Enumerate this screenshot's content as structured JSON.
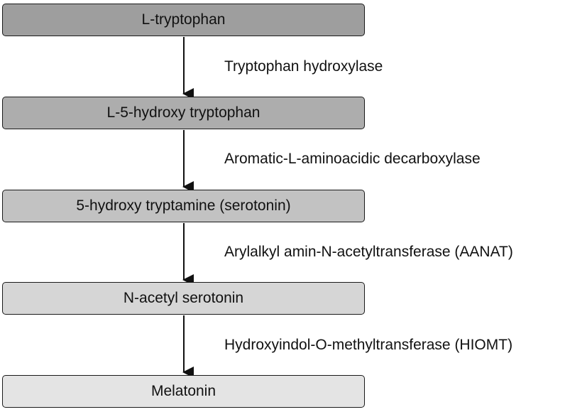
{
  "pathway": {
    "compounds": [
      {
        "label": "L-tryptophan",
        "fill": "#9e9e9e"
      },
      {
        "label": "L-5-hydroxy tryptophan",
        "fill": "#adadad"
      },
      {
        "label": "5-hydroxy tryptamine (serotonin)",
        "fill": "#c2c2c2"
      },
      {
        "label": "N-acetyl serotonin",
        "fill": "#d6d6d6"
      },
      {
        "label": "Melatonin",
        "fill": "#e4e4e4"
      }
    ],
    "enzymes": [
      {
        "label": "Tryptophan hydroxylase"
      },
      {
        "label": "Aromatic-L-aminoacidic decarboxylase"
      },
      {
        "label": "Arylalkyl amin-N-acetyltransferase (AANAT)"
      },
      {
        "label": "Hydroxyindol-O-methyltransferase (HIOMT)"
      }
    ]
  }
}
